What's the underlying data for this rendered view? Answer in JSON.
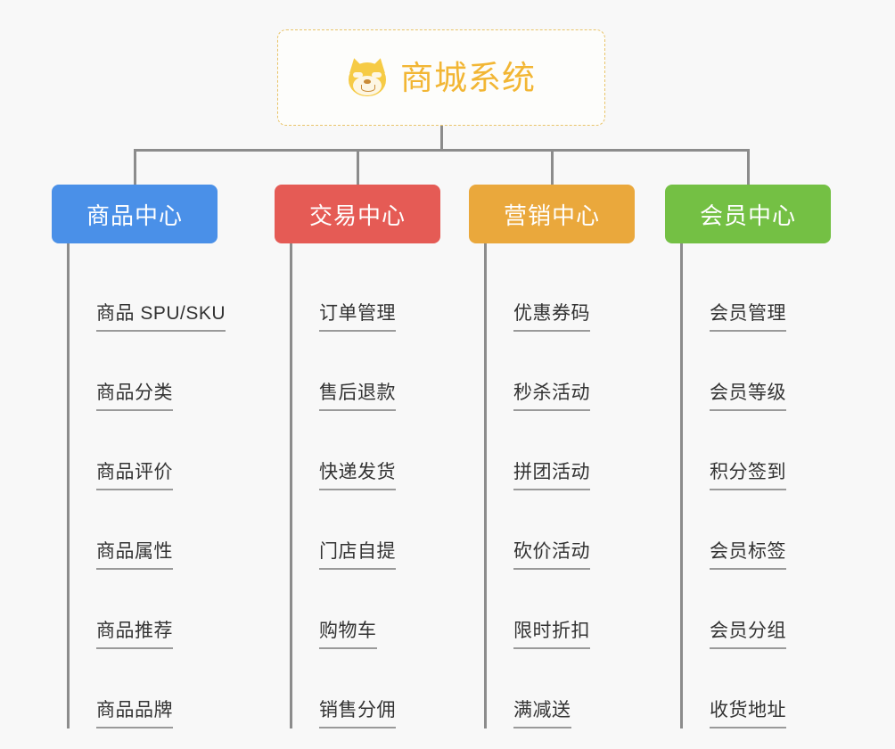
{
  "page": {
    "background_color": "#f8f8f8",
    "connector_color": "#8c8c8c"
  },
  "root": {
    "title": "商城系统",
    "icon": "shiba-dog-face-icon",
    "title_color": "#f2b634",
    "border_color": "#e9c46a"
  },
  "columns": [
    {
      "id": "product-center",
      "label": "商品中心",
      "color": "#4a90e8",
      "items": [
        "商品 SPU/SKU",
        "商品分类",
        "商品评价",
        "商品属性",
        "商品推荐",
        "商品品牌"
      ]
    },
    {
      "id": "trade-center",
      "label": "交易中心",
      "color": "#e55b55",
      "items": [
        "订单管理",
        "售后退款",
        "快递发货",
        "门店自提",
        "购物车",
        "销售分佣"
      ]
    },
    {
      "id": "marketing-center",
      "label": "营销中心",
      "color": "#eaa83c",
      "items": [
        "优惠券码",
        "秒杀活动",
        "拼团活动",
        "砍价活动",
        "限时折扣",
        "满减送"
      ]
    },
    {
      "id": "member-center",
      "label": "会员中心",
      "color": "#74c044",
      "items": [
        "会员管理",
        "会员等级",
        "积分签到",
        "会员标签",
        "会员分组",
        "收货地址"
      ]
    }
  ]
}
